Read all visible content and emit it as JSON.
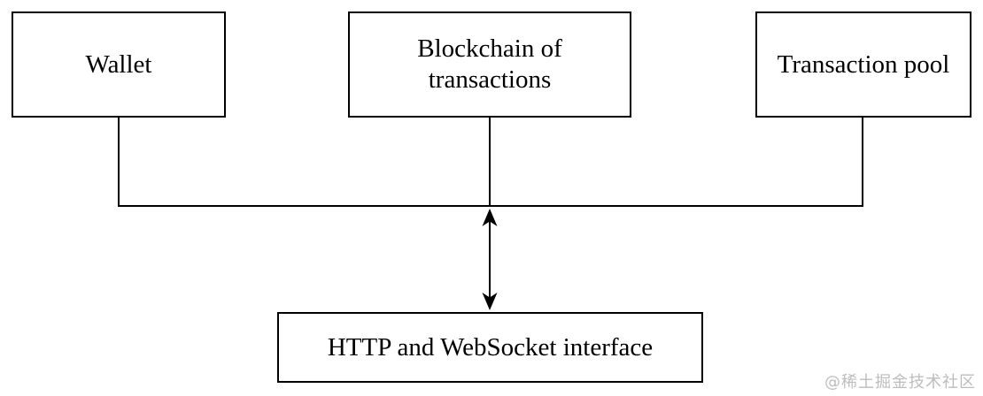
{
  "nodes": {
    "wallet": {
      "label": "Wallet"
    },
    "blockchain": {
      "label": "Blockchain of transactions"
    },
    "pool": {
      "label": "Transaction pool"
    },
    "interface": {
      "label": "HTTP and WebSocket interface"
    }
  },
  "edges": {
    "bus": {
      "from": [
        "wallet",
        "blockchain",
        "pool"
      ],
      "to": "interface",
      "style": "double-headed-arrow"
    }
  },
  "watermark": "@稀土掘金技术社区",
  "colors": {
    "line": "#000000",
    "background": "#ffffff",
    "text": "#000000",
    "watermark": "#bdbdbd"
  }
}
